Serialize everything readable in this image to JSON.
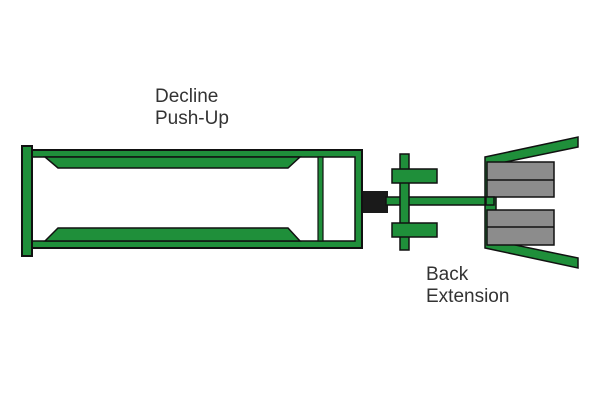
{
  "labels": {
    "decline_pushup": {
      "line1": "Decline",
      "line2": "Push-Up"
    },
    "back_extension": {
      "line1": "Back",
      "line2": "Extension"
    }
  },
  "colors": {
    "frame_green": "#1f8f3a",
    "outline": "#111111",
    "pad_gray": "#8c8c8c",
    "hinge_black": "#1a1a1a",
    "text": "#333333"
  }
}
